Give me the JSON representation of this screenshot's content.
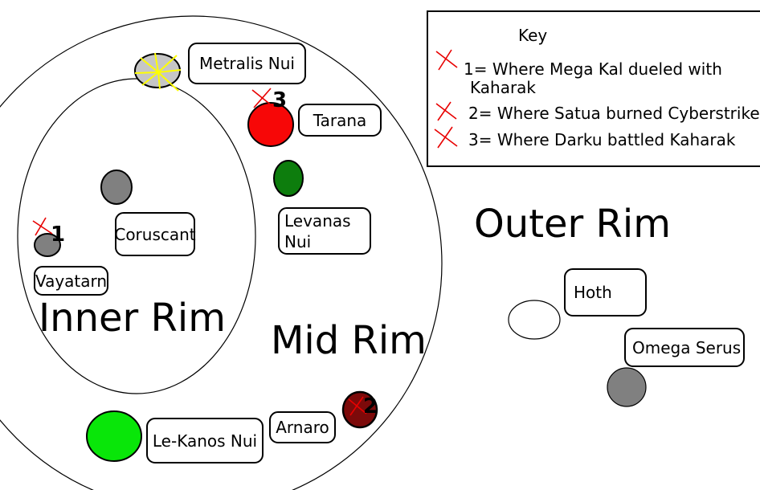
{
  "map": {
    "region_labels": {
      "inner": "Inner Rim",
      "mid": "Mid Rim",
      "outer": "Outer Rim"
    },
    "planet_labels": {
      "metralis": "Metralis Nui",
      "tarana": "Tarana",
      "coruscant": "Coruscant",
      "vayatarn": "Vayatarn",
      "levanas_line1": "Levanas",
      "levanas_line2": "Nui",
      "lekanos": "Le-Kanos Nui",
      "arnaro": "Arnaro",
      "hoth": "Hoth",
      "omega": "Omega Serus"
    },
    "battle_markers": {
      "m1": "1",
      "m2": "2",
      "m3": "3"
    }
  },
  "key": {
    "title": "Key",
    "entry1_line1": "1= Where Mega Kal dueled with",
    "entry1_line2": "Kaharak",
    "entry2": "2= Where Satua burned Cyberstrike",
    "entry3": "3= Where Darku battled Kaharak"
  },
  "colors": {
    "line_black": "#000000",
    "marker_red": "#e80000",
    "planet_red": "#f70707",
    "planet_dark_green": "#0d7d0d",
    "planet_bright_green": "#09e609",
    "planet_maroon": "#7c0a0a",
    "planet_gray": "#808080",
    "planet_light_gray": "#c6c6c6",
    "planet_white": "#ffffff",
    "spoke_yellow": "#ffff00"
  }
}
